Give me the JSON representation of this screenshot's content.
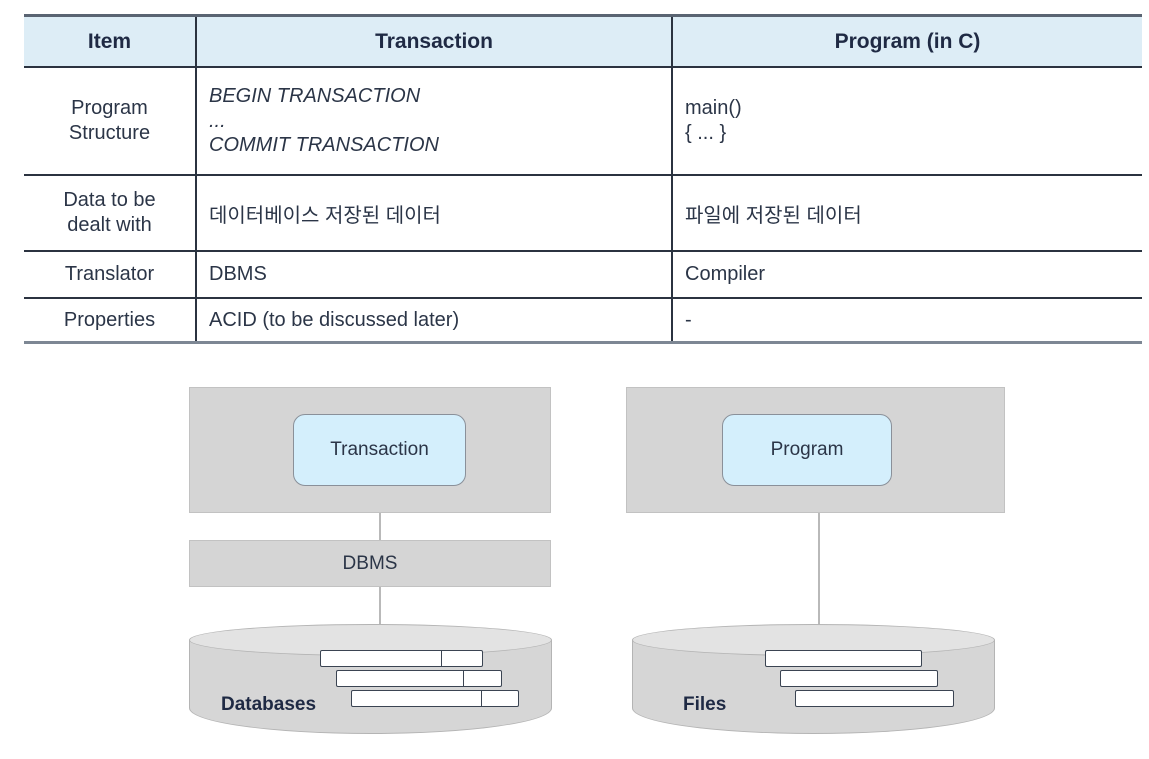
{
  "table": {
    "headers": [
      "Item",
      "Transaction",
      "Program (in C)"
    ],
    "rows": [
      {
        "item": "Program\nStructure",
        "transaction": "BEGIN TRANSACTION\n...\nCOMMIT TRANSACTION",
        "program": "main()\n{ ... }"
      },
      {
        "item": "Data to be\ndealt with",
        "transaction": "데이터베이스 저장된 데이터",
        "program": "파일에 저장된 데이터"
      },
      {
        "item": "Translator",
        "transaction": "DBMS",
        "program": "Compiler"
      },
      {
        "item": "Properties",
        "transaction": "ACID (to be discussed later)",
        "program": "-"
      }
    ]
  },
  "diagram": {
    "left": {
      "node_label": "Transaction",
      "middle_label": "DBMS",
      "store_label": "Databases"
    },
    "right": {
      "node_label": "Program",
      "store_label": "Files"
    }
  },
  "colors": {
    "header_bg": "#ddedf6",
    "node_fill": "#d4effc",
    "panel_fill": "#d5d5d5",
    "cylinder_fill": "#d6d6d6",
    "text": "#1f2a44"
  }
}
